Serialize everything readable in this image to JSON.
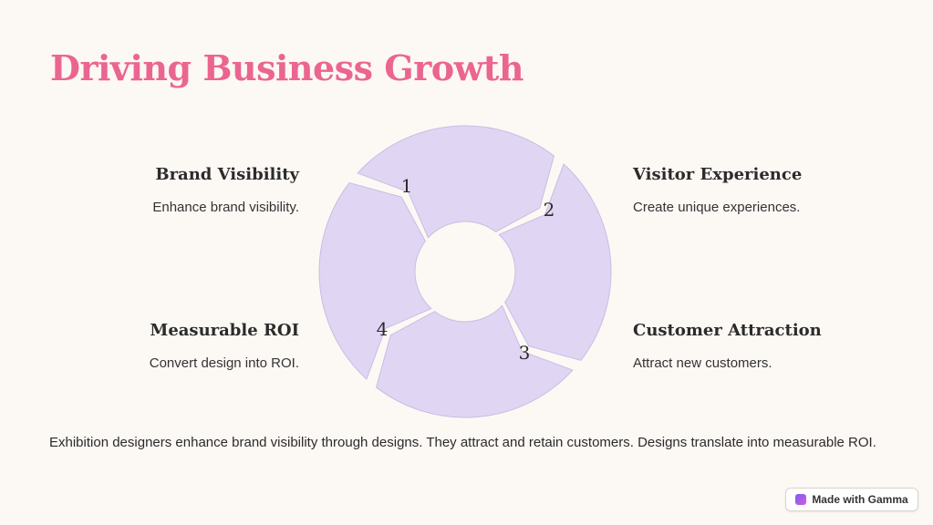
{
  "title": "Driving Business Growth",
  "items": [
    {
      "num": "1",
      "title": "Brand Visibility",
      "desc": "Enhance brand visibility."
    },
    {
      "num": "2",
      "title": "Visitor Experience",
      "desc": "Create unique experiences."
    },
    {
      "num": "3",
      "title": "Customer Attraction",
      "desc": "Attract new customers."
    },
    {
      "num": "4",
      "title": "Measurable ROI",
      "desc": "Convert design into ROI."
    }
  ],
  "summary": "Exhibition designers enhance brand visibility through designs. They attract and retain customers. Designs translate into measurable ROI.",
  "badge": {
    "label": "Made with Gamma",
    "icon": "gamma-logo-icon"
  },
  "colors": {
    "title": "#eb6591",
    "segment_fill": "#e0d6f3",
    "segment_stroke": "#c9bde3",
    "background": "#fcf8f4"
  }
}
